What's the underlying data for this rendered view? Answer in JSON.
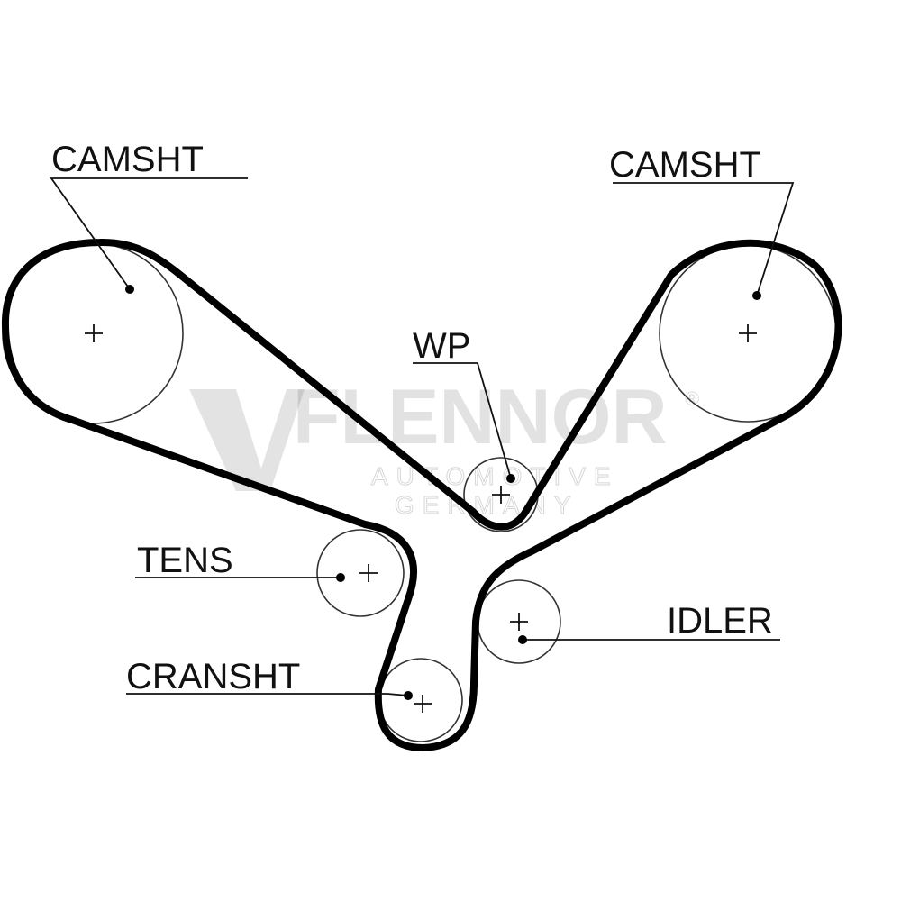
{
  "labels": {
    "camshaft_left": "CAMSHT",
    "camshaft_right": "CAMSHT",
    "water_pump": "WP",
    "tensioner": "TENS",
    "idler": "IDLER",
    "crankshaft": "CRANSHT"
  },
  "watermark": {
    "brand": "FLENNOR",
    "line1": "AUTOMOTIVE",
    "line2": "GERMANY",
    "registered": "®"
  },
  "colors": {
    "belt": "#000000",
    "pulley": "#333333",
    "ink": "#111111",
    "background": "#ffffff"
  }
}
